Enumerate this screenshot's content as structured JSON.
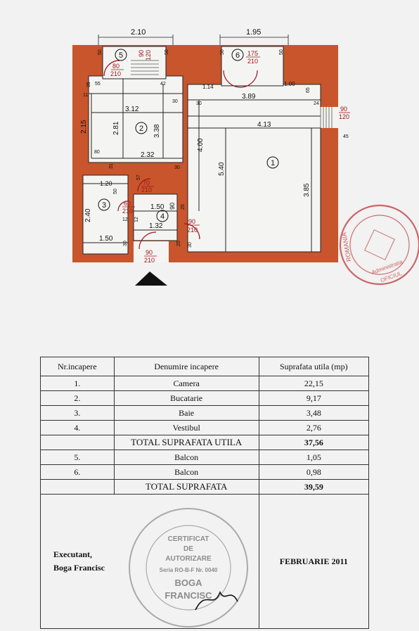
{
  "plan": {
    "rooms": [
      "1",
      "2",
      "3",
      "4",
      "5",
      "6"
    ],
    "dims": [
      "2.10",
      "1.95",
      "3.12",
      "2.81",
      "3.38",
      "2.15",
      "2.32",
      "4.00",
      "5.40",
      "4.13",
      "3.89",
      "3.85",
      "1.14",
      "1.00",
      "1.20",
      "2.40",
      "1.50",
      "1.50",
      "1.32"
    ],
    "small_dims": [
      "50",
      "50",
      "35",
      "55",
      "42",
      "30",
      "50",
      "50",
      "65",
      "30",
      "24",
      "45",
      "11",
      "31",
      "30",
      "80",
      "50",
      "12",
      "12",
      "90",
      "30",
      "25",
      "25",
      "30",
      "57"
    ],
    "doors": [
      {
        "top": "80",
        "bottom": "210"
      },
      {
        "top": "90",
        "bottom": "120"
      },
      {
        "top": "175",
        "bottom": "210"
      },
      {
        "top": "90",
        "bottom": "120"
      },
      {
        "top": "70",
        "bottom": "210"
      },
      {
        "top": "60",
        "bottom": "210"
      },
      {
        "top": "90",
        "bottom": "210"
      },
      {
        "top": "90",
        "bottom": "210"
      }
    ]
  },
  "table": {
    "headers": [
      "Nr.incapere",
      "Denumire incapere",
      "Suprafata utila (mp)"
    ],
    "rows": [
      {
        "nr": "1.",
        "name": "Camera",
        "area": "22,15"
      },
      {
        "nr": "2.",
        "name": "Bucatarie",
        "area": "9,17"
      },
      {
        "nr": "3.",
        "name": "Baie",
        "area": "3,48"
      },
      {
        "nr": "4.",
        "name": "Vestibul",
        "area": "2,76"
      }
    ],
    "total_useful_label": "TOTAL SUPRAFATA  UTILA",
    "total_useful_value": "37,56",
    "balcony_rows": [
      {
        "nr": "5.",
        "name": "Balcon",
        "area": "1,05"
      },
      {
        "nr": "6.",
        "name": "Balcon",
        "area": "0,98"
      }
    ],
    "total_label": "TOTAL SUPRAFATA",
    "total_value": "39,59",
    "executant_line1": "Executant,",
    "executant_line2": "Boga Francisc",
    "date": "FEBRUARIE 2011"
  },
  "stamps": {
    "certificate": [
      "CERTIFICAT",
      "DE",
      "AUTORIZARE",
      "Seria RO-B-F Nr. 0040",
      "BOGA",
      "FRANCISC"
    ],
    "red_stamp": [
      "ROMANIA",
      "Administratia",
      "OFICIUL"
    ]
  },
  "colors": {
    "wall": "#c9552c",
    "door": "#a0141a",
    "stamp_red": "#c0353a",
    "stamp_gray": "#8c8c8c"
  }
}
